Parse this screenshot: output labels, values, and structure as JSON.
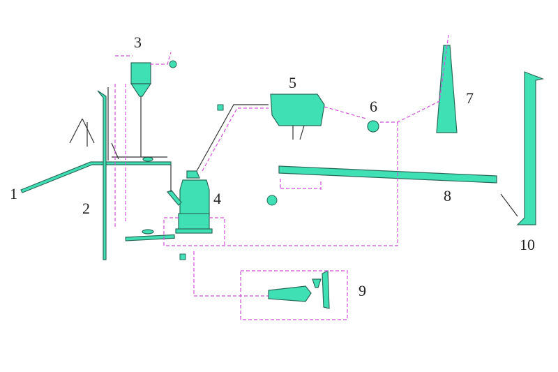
{
  "diagram": {
    "labels": [
      "1",
      "2",
      "3",
      "4",
      "5",
      "6",
      "7",
      "8",
      "9",
      "10"
    ]
  },
  "colors": {
    "equipment": "#3fe0b4",
    "outline": "#2a6a5a",
    "air_line": "#d050d8",
    "material_line": "#333333"
  }
}
